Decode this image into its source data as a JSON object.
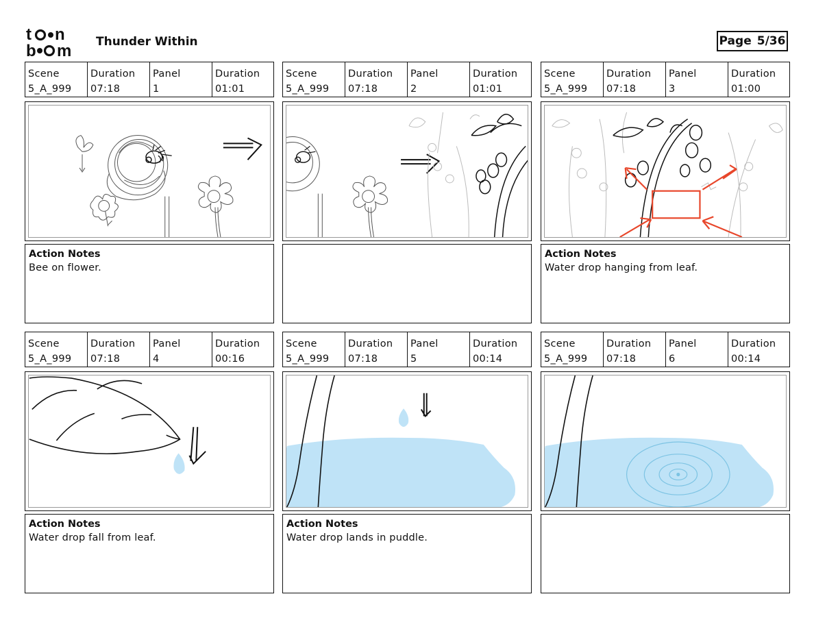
{
  "header": {
    "logo_text": "toon boom",
    "title": "Thunder Within",
    "page_label": "Page",
    "page_value": "5/36"
  },
  "labels": {
    "scene": "Scene",
    "duration": "Duration",
    "panel": "Panel",
    "panel_duration": "Duration",
    "action_notes": "Action Notes"
  },
  "panels": [
    {
      "scene": "5_A_999",
      "scene_duration": "07:18",
      "panel": "1",
      "panel_duration": "01:01",
      "notes_heading": "Action Notes",
      "notes": "Bee on flower."
    },
    {
      "scene": "5_A_999",
      "scene_duration": "07:18",
      "panel": "2",
      "panel_duration": "01:01",
      "notes_heading": "",
      "notes": ""
    },
    {
      "scene": "5_A_999",
      "scene_duration": "07:18",
      "panel": "3",
      "panel_duration": "01:00",
      "notes_heading": "Action Notes",
      "notes": "Water drop hanging from leaf."
    },
    {
      "scene": "5_A_999",
      "scene_duration": "07:18",
      "panel": "4",
      "panel_duration": "00:16",
      "notes_heading": "Action Notes",
      "notes": "Water drop fall from leaf."
    },
    {
      "scene": "5_A_999",
      "scene_duration": "07:18",
      "panel": "5",
      "panel_duration": "00:14",
      "notes_heading": "Action Notes",
      "notes": "Water drop lands in puddle."
    },
    {
      "scene": "5_A_999",
      "scene_duration": "07:18",
      "panel": "6",
      "panel_duration": "00:14",
      "notes_heading": "",
      "notes": ""
    }
  ],
  "colors": {
    "ink": "#111111",
    "sketch": "#9a9a9a",
    "water": "#bfe3f7",
    "ripple": "#7cc3e3",
    "highlight": "#e8462a"
  }
}
